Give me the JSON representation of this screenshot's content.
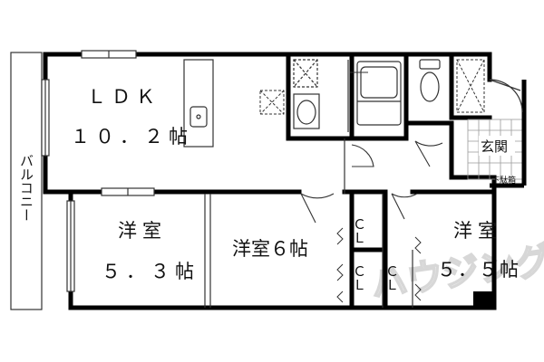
{
  "rooms": {
    "ldk_label": "ＬＤＫ",
    "ldk_size": "１０．２帖",
    "western_left_label": "洋室",
    "western_left_size": "５．３帖",
    "western_center": "洋室６帖",
    "western_right_label": "洋室",
    "western_right_size": "５．５帖",
    "entrance": "玄関",
    "shoe_box": "下駄箱",
    "balcony": "バルコニー",
    "closet_1": "ＣＬ",
    "closet_2": "ＣＬ",
    "closet_3": "ＣＬ"
  },
  "watermark": "ハウジング",
  "colors": {
    "wall": "#000000",
    "line": "#333333",
    "tile": "#9a9a9a",
    "watermark": "#d7d7d7"
  }
}
